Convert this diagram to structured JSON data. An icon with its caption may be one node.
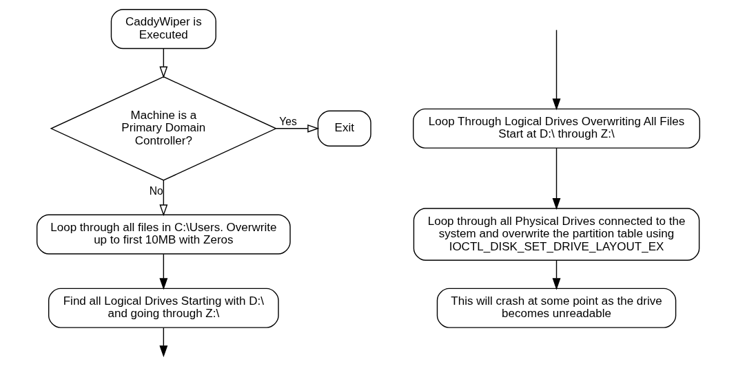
{
  "diagram": {
    "nodes": [
      {
        "text": [
          "CaddyWiper is Executed"
        ]
      },
      {
        "text": [
          "Machine is a Primary Domain Controller?"
        ]
      },
      {
        "text": [
          "Exit"
        ]
      },
      {
        "text": [
          "Loop through all files in C:\\Users. Overwrite up to first 10MB with Zeros"
        ]
      },
      {
        "text": [
          "Find all Logical Drives Starting with D:\\ and going through Z:\\"
        ]
      },
      {
        "text": [
          "Loop Through Logical Drives Overwriting All Files Start at D:\\ through Z:\\"
        ]
      },
      {
        "text": [
          "Loop through all Physical Drives connected to the system and overwrite the partition table using IOCTL_DISK_SET_DRIVE_LAYOUT_EX"
        ]
      },
      {
        "text": [
          "This will crash at some point as the drive becomes unreadable"
        ]
      }
    ],
    "edges": [
      {
        "from": 0,
        "to": 1,
        "arrow": "to"
      },
      {
        "from": 1,
        "to": 2,
        "arrow": "to",
        "label": "Yes"
      },
      {
        "from": 1,
        "to": 3,
        "arrow": "to",
        "label": "No"
      },
      {
        "from": 3,
        "to": 4,
        "arrow": "to"
      },
      {
        "from": 4,
        "to": null,
        "arrow": "to"
      },
      {
        "from": null,
        "to": 5,
        "arrow": "to"
      },
      {
        "from": 5,
        "to": 6,
        "arrow": "to"
      },
      {
        "from": 6,
        "to": 7,
        "arrow": "to"
      }
    ]
  }
}
